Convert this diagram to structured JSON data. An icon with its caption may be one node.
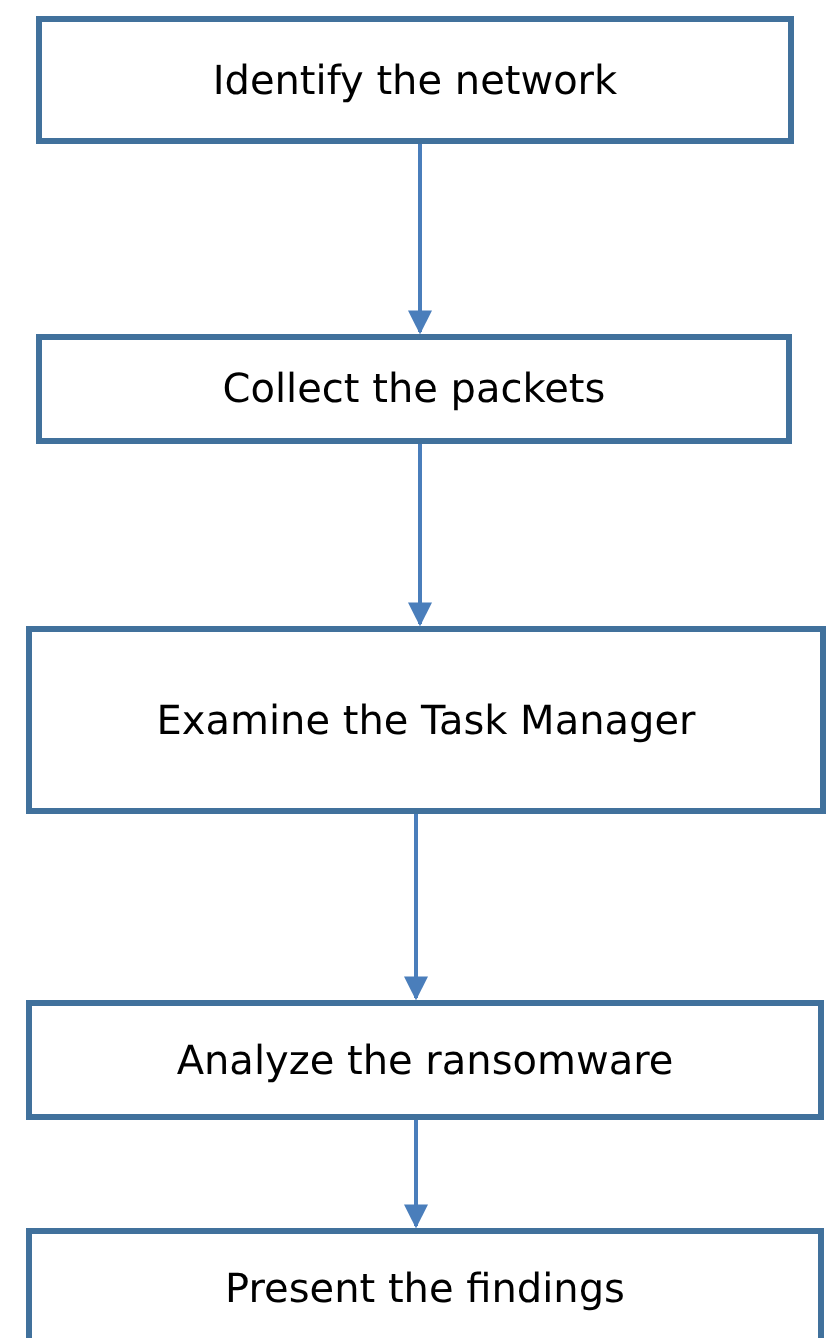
{
  "diagram": {
    "nodes": [
      {
        "text": [
          "Identify the network"
        ]
      },
      {
        "text": [
          "Collect the packets"
        ]
      },
      {
        "text": [
          "Examine the Task Manager"
        ]
      },
      {
        "text": [
          "Analyze the ransomware"
        ]
      },
      {
        "text": [
          "Present the findings"
        ]
      }
    ],
    "edges": [
      {
        "from": 0,
        "to": 1,
        "arrow": "to"
      },
      {
        "from": 1,
        "to": 2,
        "arrow": "to"
      },
      {
        "from": 2,
        "to": 3,
        "arrow": "to"
      },
      {
        "from": 3,
        "to": 4,
        "arrow": "to"
      }
    ]
  }
}
